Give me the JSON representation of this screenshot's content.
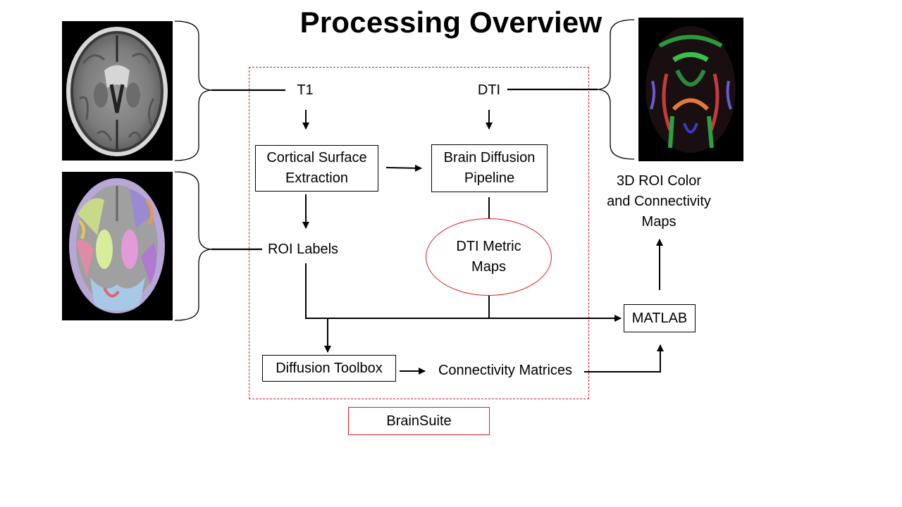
{
  "title": "Processing Overview",
  "nodes": {
    "t1": "T1",
    "dti": "DTI",
    "cortical_line1": "Cortical Surface",
    "cortical_line2": "Extraction",
    "diffusion_line1": "Brain Diffusion",
    "diffusion_line2": "Pipeline",
    "roi_labels": "ROI Labels",
    "dti_metric_line1": "DTI Metric",
    "dti_metric_line2": "Maps",
    "diffusion_toolbox": "Diffusion Toolbox",
    "connectivity_matrices": "Connectivity Matrices",
    "matlab": "MATLAB",
    "output_line1": "3D ROI Color",
    "output_line2": "and Connectivity",
    "output_line3": "Maps",
    "brainsuite": "BrainSuite"
  },
  "colors": {
    "accent_red": "#e31b1b",
    "line": "#000000"
  },
  "images": {
    "t1_scan": "grayscale axial brain MRI",
    "roi_scan": "axial brain MRI with colored ROI label overlay",
    "dti_scan": "DTI color fractional anisotropy map"
  }
}
